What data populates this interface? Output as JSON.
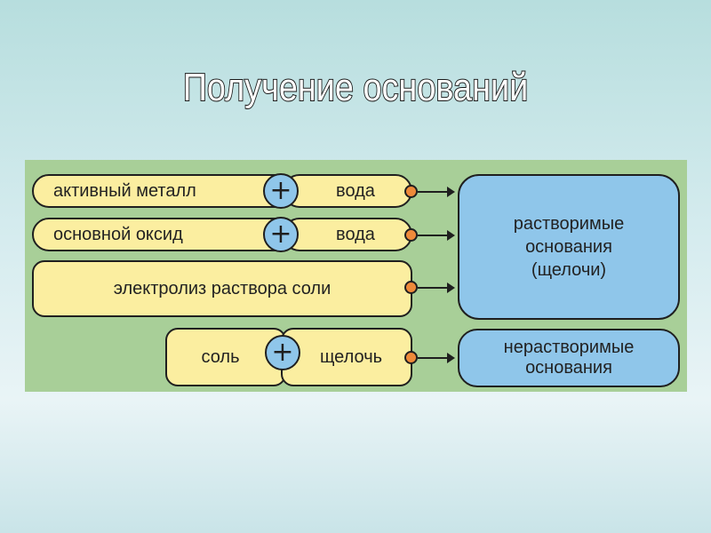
{
  "title": "Получение оснований",
  "rows": [
    {
      "left": "активный металл",
      "op": "+",
      "right": "вода"
    },
    {
      "left": "основной оксид",
      "op": "+",
      "right": "вода"
    },
    {
      "left": "электролиз раствора соли"
    },
    {
      "left": "соль",
      "op": "+",
      "right": "щелочь"
    }
  ],
  "results": {
    "soluble": {
      "line1": "растворимые",
      "line2": "основания",
      "line3": "(щелочи)"
    },
    "insoluble": {
      "line1": "нерастворимые",
      "line2": "основания"
    }
  },
  "colors": {
    "panel": "#a8cf98",
    "reactant": "#fbeea0",
    "product": "#8fc6ea",
    "connector_dot": "#ee8a3a"
  }
}
